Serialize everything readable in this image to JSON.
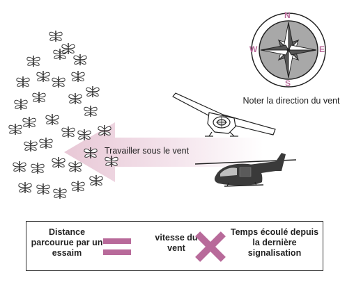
{
  "compass": {
    "north": "N",
    "south": "S",
    "east": "E",
    "west": "W",
    "caption": "Noter la direction du vent"
  },
  "wind_arrow": {
    "label": "Travailler sous le vent"
  },
  "formula": {
    "left_term": "Distance parcourue par un essaim",
    "operator_1": "equals",
    "middle_term": "vitesse du vent",
    "operator_2": "multiply",
    "right_term": "Temps écoulé depuis la dernière signalisation"
  },
  "colors": {
    "accent": "#b86a9a",
    "compass_fill": "#a8a8a8",
    "arrow_gradient": "#e8c8d6"
  },
  "icons": [
    "locust-icon",
    "compass-rose-icon",
    "airplane-icon",
    "helicopter-icon",
    "wind-arrow-icon"
  ]
}
